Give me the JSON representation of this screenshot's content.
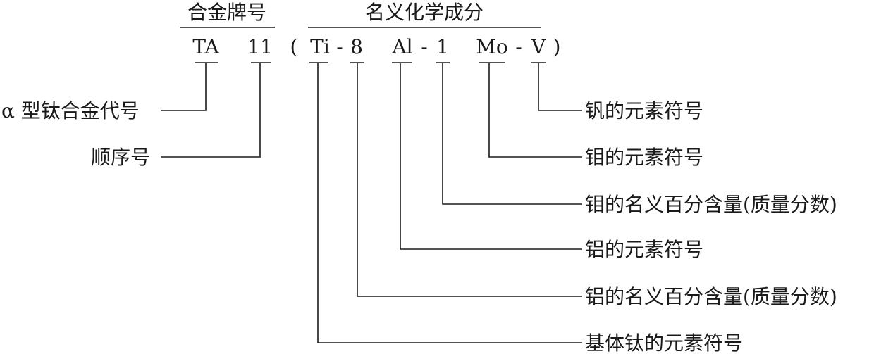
{
  "headers": {
    "brand_number": "合金牌号",
    "nominal_composition": "名义化学成分"
  },
  "designation": {
    "ta": "TA",
    "num": "11",
    "open_paren": "(",
    "ti": "Ti",
    "dash1": "-",
    "al_pct": "8",
    "al": "Al",
    "dash2": "-",
    "mo_pct": "1",
    "mo": "Mo",
    "dash3": "-",
    "v": "V",
    "close_paren": ")"
  },
  "labels": {
    "alpha_alloy_code": "α 型钛合金代号",
    "sequence_number": "顺序号",
    "v_symbol": "钒的元素符号",
    "mo_symbol": "钼的元素符号",
    "mo_percent": "钼的名义百分含量(质量分数)",
    "al_symbol": "铝的元素符号",
    "al_percent": "铝的名义百分含量(质量分数)",
    "base_ti_symbol": "基体钛的元素符号"
  },
  "colors": {
    "ink": "#1a1a1a",
    "background": "#ffffff"
  }
}
